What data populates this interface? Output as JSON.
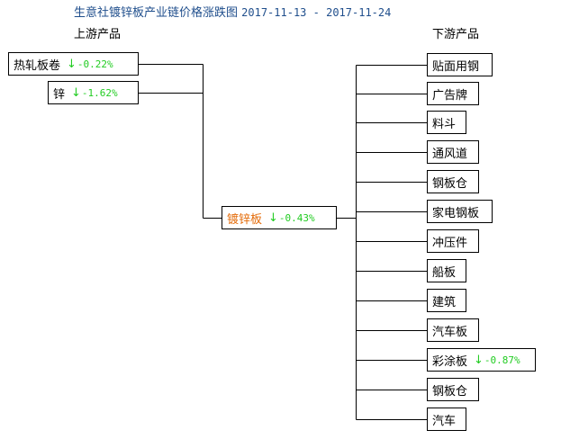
{
  "title": {
    "text": "生意社镀锌板产业链价格涨跌图",
    "date_start": "2017-11-13",
    "date_sep": " - ",
    "date_end": "2017-11-24"
  },
  "upstream": {
    "heading": "上游产品",
    "items": [
      {
        "name": "热轧板卷",
        "arrow": "↓",
        "change": "-0.22%"
      },
      {
        "name": "锌",
        "arrow": "↓",
        "change": "-1.62%"
      }
    ]
  },
  "center": {
    "name": "镀锌板",
    "arrow": "↓",
    "change": "-0.43%"
  },
  "downstream": {
    "heading": "下游产品",
    "items": [
      {
        "name": "贴面用钢"
      },
      {
        "name": "广告牌"
      },
      {
        "name": "料斗"
      },
      {
        "name": "通风道"
      },
      {
        "name": "钢板仓"
      },
      {
        "name": "家电钢板"
      },
      {
        "name": "冲压件"
      },
      {
        "name": "船板"
      },
      {
        "name": "建筑"
      },
      {
        "name": "汽车板"
      },
      {
        "name": "彩涂板",
        "arrow": "↓",
        "change": "-0.87%"
      },
      {
        "name": "钢板仓"
      },
      {
        "name": "汽车"
      }
    ]
  },
  "colors": {
    "title": "#1f4e8c",
    "center_name": "#e46c0a",
    "decrease": "#22cc22",
    "line": "#000000"
  }
}
